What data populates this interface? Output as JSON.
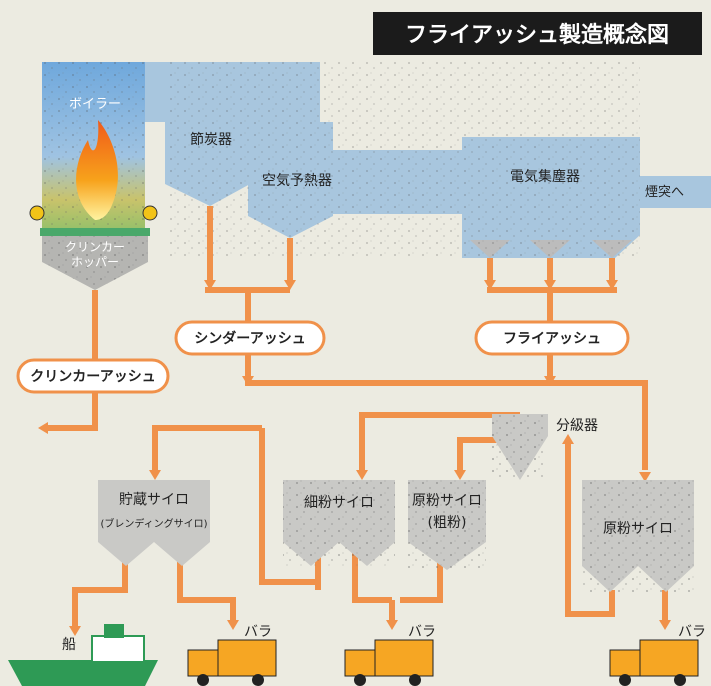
{
  "title": "フライアッシュ製造概念図",
  "labels": {
    "boiler": "ボイラー",
    "clinker_hopper_1": "クリンカー",
    "clinker_hopper_2": "ホッパー",
    "economizer": "節炭器",
    "air_preheater": "空気予熱器",
    "precipitator": "電気集塵器",
    "to_stack": "煙突へ",
    "cinder_ash": "シンダーアッシュ",
    "fly_ash": "フライアッシュ",
    "clinker_ash": "クリンカーアッシュ",
    "classifier": "分級器",
    "storage_silo": "貯蔵サイロ",
    "blending_silo": "(ブレンディングサイロ)",
    "fine_silo": "細粉サイロ",
    "raw_silo_coarse_1": "原粉サイロ",
    "raw_silo_coarse_2": "(粗粉)",
    "raw_silo": "原粉サイロ",
    "ship": "船",
    "bulk_1": "バラ",
    "bulk_2": "バラ",
    "bulk_3": "バラ"
  },
  "colors": {
    "flow": "#f0914a",
    "unit_blue": "#a8c6de",
    "silo_gray": "#c9c9c6",
    "title_bg": "#1b1b1b",
    "ship": "#2e9a55",
    "truck": "#f6a623"
  },
  "icons": [
    "boiler-flame-icon",
    "ship-icon",
    "truck-icon"
  ]
}
